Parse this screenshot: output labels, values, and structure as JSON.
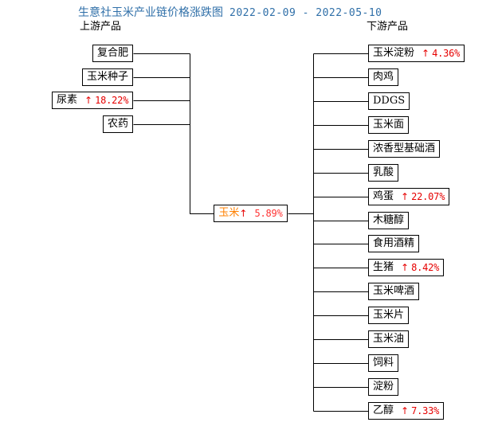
{
  "chart_data": {
    "type": "diagram",
    "title": "生意社玉米产业链价格涨跌图",
    "date_range": "2022-02-09 - 2022-05-10",
    "center": {
      "label": "玉米",
      "change": "5.89%",
      "direction": "up",
      "arrow": "↑"
    },
    "upstream_heading": "上游产品",
    "downstream_heading": "下游产品",
    "upstream": [
      {
        "label": "复合肥",
        "change": "",
        "arrow": ""
      },
      {
        "label": "玉米种子",
        "change": "",
        "arrow": ""
      },
      {
        "label": "尿素",
        "change": "18.22%",
        "arrow": "↑"
      },
      {
        "label": "农药",
        "change": "",
        "arrow": ""
      }
    ],
    "downstream": [
      {
        "label": "玉米淀粉",
        "change": "4.36%",
        "arrow": "↑"
      },
      {
        "label": "肉鸡",
        "change": "",
        "arrow": ""
      },
      {
        "label": "DDGS",
        "change": "",
        "arrow": ""
      },
      {
        "label": "玉米面",
        "change": "",
        "arrow": ""
      },
      {
        "label": "浓香型基础酒",
        "change": "",
        "arrow": ""
      },
      {
        "label": "乳酸",
        "change": "",
        "arrow": ""
      },
      {
        "label": "鸡蛋",
        "change": "22.07%",
        "arrow": "↑"
      },
      {
        "label": "木糖醇",
        "change": "",
        "arrow": ""
      },
      {
        "label": "食用酒精",
        "change": "",
        "arrow": ""
      },
      {
        "label": "生猪",
        "change": "8.42%",
        "arrow": "↑"
      },
      {
        "label": "玉米啤酒",
        "change": "",
        "arrow": ""
      },
      {
        "label": "玉米片",
        "change": "",
        "arrow": ""
      },
      {
        "label": "玉米油",
        "change": "",
        "arrow": ""
      },
      {
        "label": "饲料",
        "change": "",
        "arrow": ""
      },
      {
        "label": "淀粉",
        "change": "",
        "arrow": ""
      },
      {
        "label": "乙醇",
        "change": "7.33%",
        "arrow": "↑"
      }
    ],
    "colors": {
      "title": "#2f6fa8",
      "up_change": "#e60000",
      "center_label": "#ff8000",
      "node_border": "#000000",
      "background": "#ffffff"
    }
  },
  "title": {
    "main": "生意社玉米产业链价格涨跌图",
    "dates": "2022-02-09 - 2022-05-10"
  },
  "headings": {
    "upstream": "上游产品",
    "downstream": "下游产品"
  }
}
